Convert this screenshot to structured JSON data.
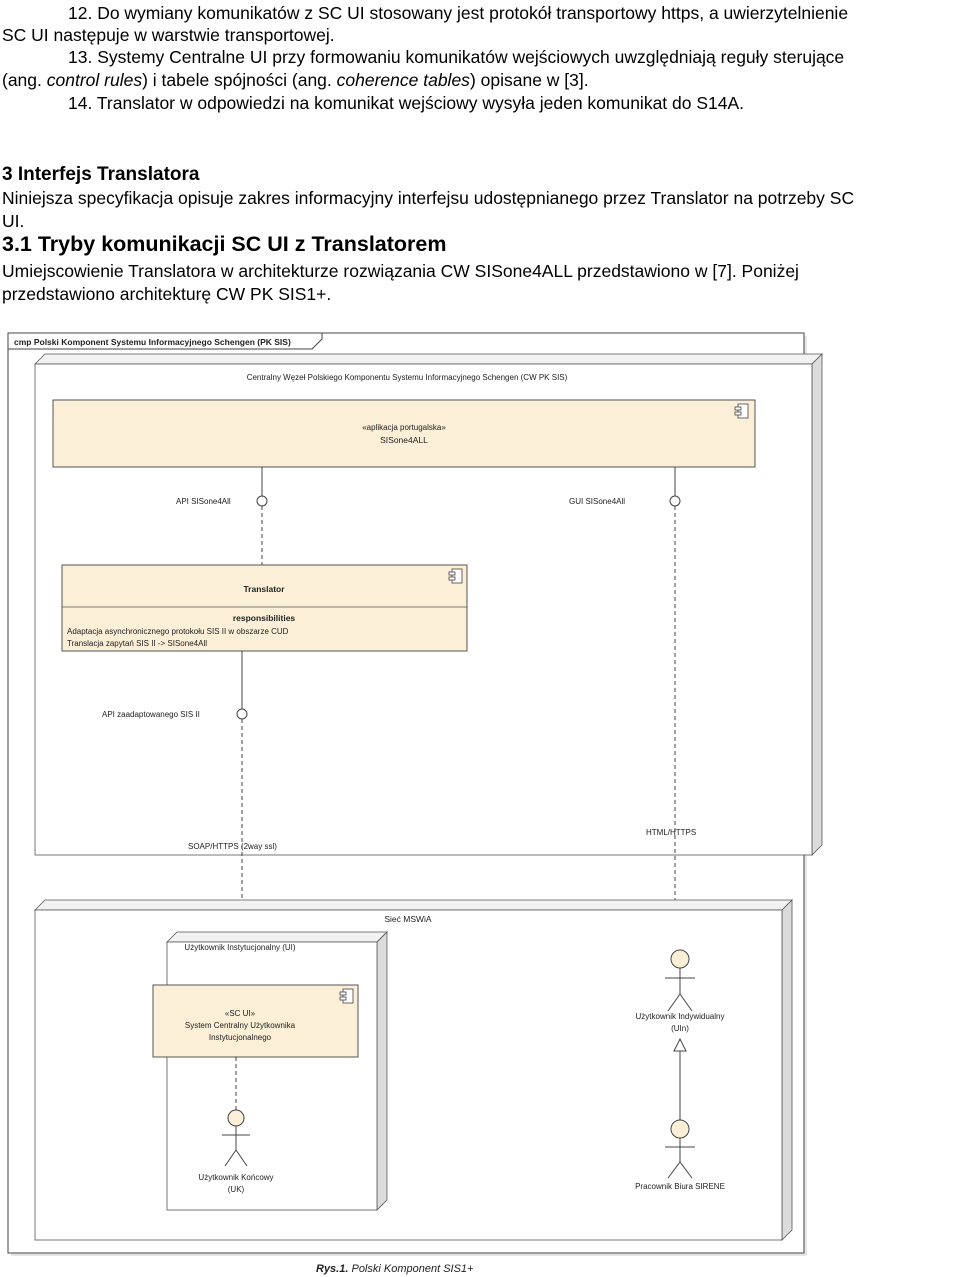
{
  "document": {
    "item12_line1": "12. Do wymiany komunikatów z SC UI stosowany jest protokół transportowy https, a uwierzytelnienie",
    "item12_line2": "SC UI następuje w warstwie transportowej.",
    "item13_line1": "13. Systemy Centralne UI przy formowaniu komunikatów wejściowych uwzględniają reguły sterujące",
    "item13_l2_a": "(ang. ",
    "item13_l2_b": "control rules",
    "item13_l2_c": ") i tabele spójności (ang. ",
    "item13_l2_d": "coherence tables",
    "item13_l2_e": ") opisane w [3].",
    "item14": "14. Translator w odpowiedzi na komunikat wejściowy wysyła jeden komunikat do S14A.",
    "section3_heading": "3 Interfejs Translatora",
    "section3_para_line1": "Niniejsza specyfikacja opisuje zakres informacyjny interfejsu udostępnianego przez Translator na potrzeby SC",
    "section3_para_line2": "UI.",
    "section31_heading": "3.1 Tryby komunikacji SC UI z Translatorem",
    "section31_para_line1": "Umiejscowienie Translatora w architekturze rozwiązania CW SISone4ALL przedstawiono w [7]. Poniżej",
    "section31_para_line2": "przedstawiono architekturę CW PK SIS1+."
  },
  "diagram": {
    "frame_title": "cmp Polski Komponent Systemu Informacyjnego Schengen (PK SIS)",
    "central_node": "Centralny Węzeł Polskiego Komponentu Systemu Informacyjnego Schengen  (CW PK SIS)",
    "sisone_line1": "«aplikacja portugalska»",
    "sisone_line2": "SISone4ALL",
    "api_sisone": "API SISone4All",
    "gui_sisone": "GUI SISone4All",
    "translator_title": "Translator",
    "responsibilities": "responsibilities",
    "resp_1": "Adaptacja asynchronicznego protokołu SIS II w obszarze CUD",
    "resp_2": "Translacja zapytań SIS II -> SISone4All",
    "api_sis2": "API zaadaptowanego SIS II",
    "soap": "SOAP/HTTPS (2way ssl)",
    "html_https": "HTML/HTTPS",
    "siec": "Sieć MSWiA",
    "ui_node": "Użytkownik Instytucjonalny (UI)",
    "scui_line1": "«SC UI»",
    "scui_line2": "System Centralny Użytkownika",
    "scui_line3": "Instytucjonalnego",
    "uin_line1": "Użytkownik Indywidualny",
    "uin_line2": "(UIn)",
    "uk_line1": "Użytkownik Końcowy",
    "uk_line2": "(UK)",
    "sirene": "Pracownik Biura SIRENE",
    "caption_a": "Rys.1.",
    "caption_b": " Polski Komponent SIS1+",
    "colors": {
      "component_fill": "#fbefd8",
      "border": "#444444"
    }
  }
}
